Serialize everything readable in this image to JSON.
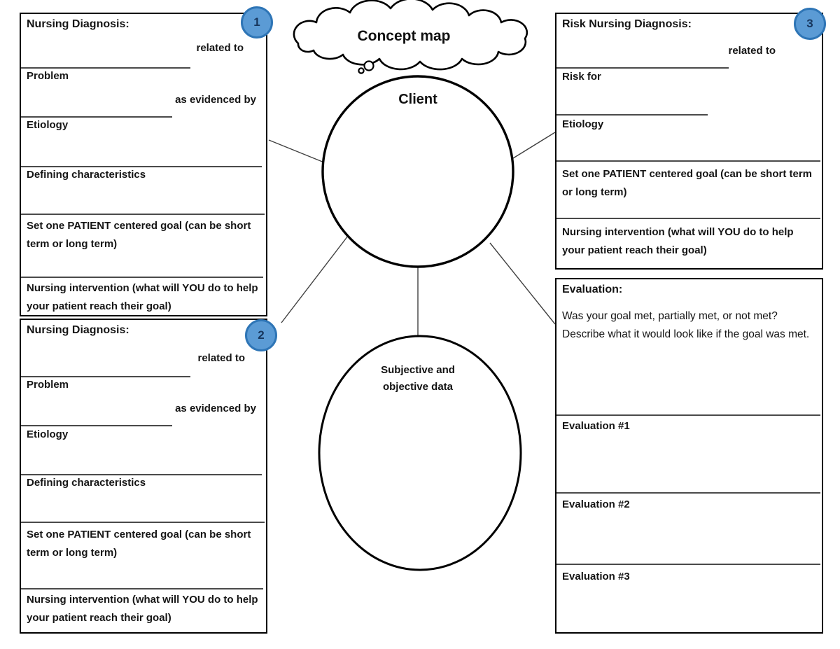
{
  "page": {
    "cloud_title": "Concept map",
    "client_label": "Client",
    "data_node_label": "Subjective and objective data"
  },
  "colors": {
    "badge_fill": "#5b9bd5",
    "badge_border": "#2e75b6",
    "shape_outline": "#000000",
    "connector_line": "#404040",
    "blank_line": "#4a4a4a"
  },
  "diagnosis1": {
    "badge": "1",
    "title": "Nursing Diagnosis:",
    "related_to": "related to",
    "problem_label": "Problem",
    "as_evidenced_by": "as evidenced by",
    "etiology_label": "Etiology",
    "defining_label": "Defining characteristics",
    "goal_label": "Set one PATIENT centered goal (can be short term or long term)",
    "intervention_label": "Nursing intervention (what will YOU do to help your patient reach their goal)"
  },
  "diagnosis2": {
    "badge": "2",
    "title": "Nursing Diagnosis:",
    "related_to": "related to",
    "problem_label": "Problem",
    "as_evidenced_by": "as evidenced by",
    "etiology_label": "Etiology",
    "defining_label": "Defining characteristics",
    "goal_label": "Set one PATIENT centered goal (can be short term or long term)",
    "intervention_label": "Nursing intervention (what will YOU do to help your patient reach their goal)"
  },
  "risk_diagnosis": {
    "badge": "3",
    "title": "Risk Nursing Diagnosis:",
    "related_to": "related to",
    "risk_for_label": "Risk for",
    "etiology_label": "Etiology",
    "goal_label": "Set one PATIENT centered goal (can be short term or long term)",
    "intervention_label": "Nursing intervention (what will YOU do to help your patient reach their goal)"
  },
  "evaluation": {
    "title": "Evaluation:",
    "question": "Was your goal met, partially met, or not met? Describe what it would look like if the goal was met.",
    "eval1_label": "Evaluation #1",
    "eval2_label": "Evaluation #2",
    "eval3_label": "Evaluation #3"
  }
}
